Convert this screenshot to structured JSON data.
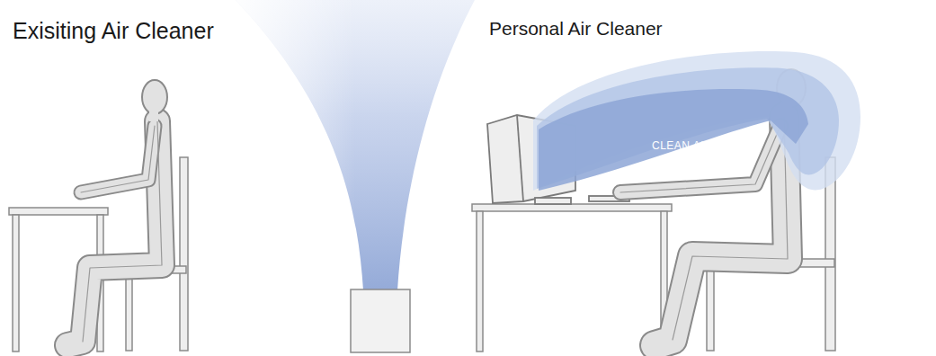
{
  "diagram": {
    "nodes": [
      {
        "text": [
          "CLEAN AIR ZONE"
        ]
      }
    ],
    "labels": [
      "Exisiting Air Cleaner",
      "Personal Air Cleaner"
    ]
  }
}
